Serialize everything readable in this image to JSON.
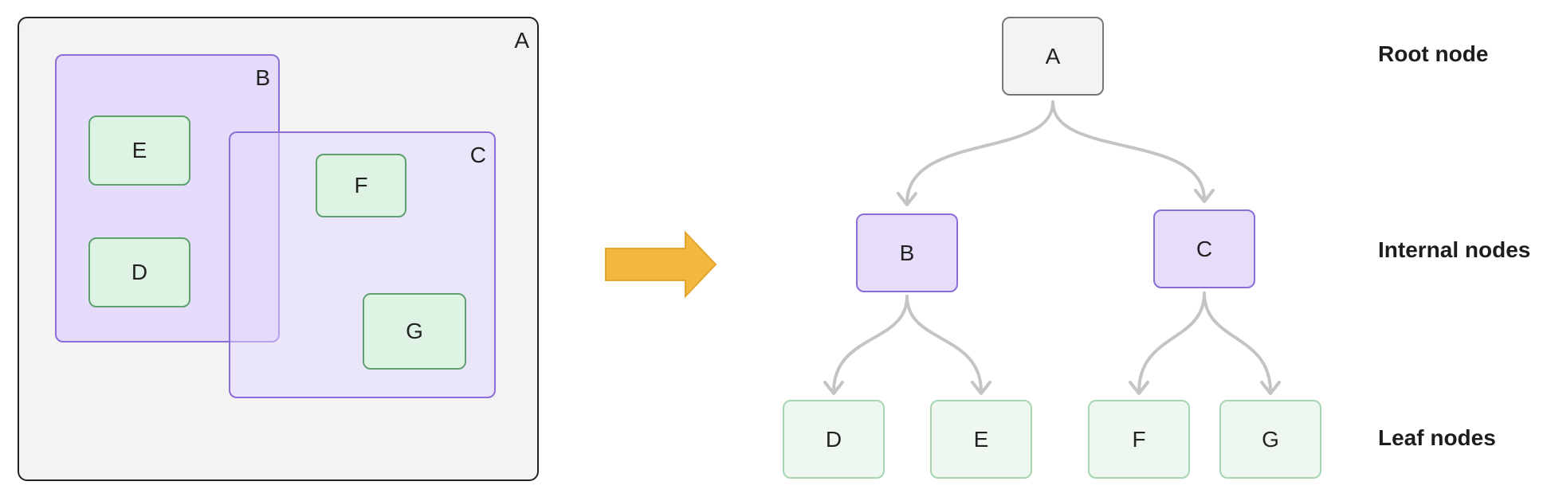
{
  "colors": {
    "outer_fill": "#f3f3f3",
    "outer_border": "#222222",
    "internal_fill": "#e6ddfb",
    "internal_border": "#8c6cd6",
    "leaf_fill": "#dff3e4",
    "leaf_border": "#5ea06f",
    "edge": "#c4c4c4",
    "arrow": "#f2b73f"
  },
  "nested": {
    "a": "A",
    "b": "B",
    "c": "C",
    "d": "D",
    "e": "E",
    "f": "F",
    "g": "G"
  },
  "tree": {
    "root": "A",
    "internal": [
      "B",
      "C"
    ],
    "leaves": [
      "D",
      "E",
      "F",
      "G"
    ]
  },
  "levels": {
    "root": "Root node",
    "internal": "Internal nodes",
    "leaf": "Leaf nodes"
  },
  "arrow_icon": "right-arrow-icon"
}
